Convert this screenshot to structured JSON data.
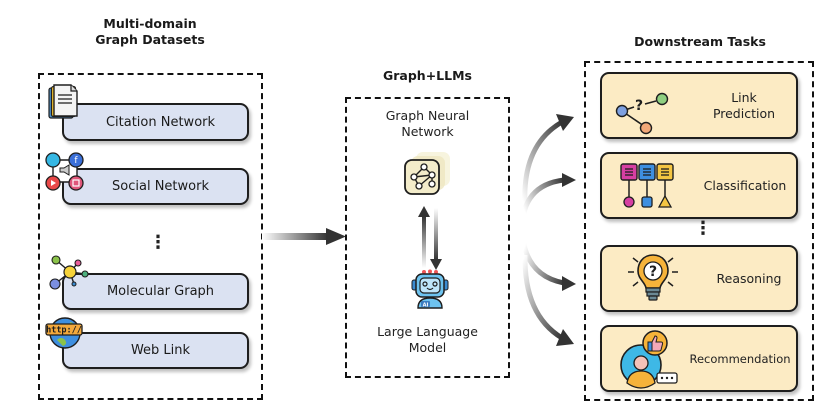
{
  "left": {
    "title_line1": "Multi-domain",
    "title_line2": "Graph Datasets",
    "items": [
      {
        "label": "Citation Network",
        "icon": "document-icon"
      },
      {
        "label": "Social Network",
        "icon": "social-media-icon"
      },
      {
        "label": "Molecular Graph",
        "icon": "molecule-icon"
      },
      {
        "label": "Web Link",
        "icon": "globe-http-icon"
      }
    ],
    "ellipsis": "⋮"
  },
  "middle": {
    "title": "Graph+LLMs",
    "gnn_line1": "Graph Neural",
    "gnn_line2": "Network",
    "llm_line1": "Large Language",
    "llm_line2": "Model",
    "robot_badge": "AI"
  },
  "right": {
    "title": "Downstream Tasks",
    "items": [
      {
        "label_line1": "Link",
        "label_line2": "Prediction",
        "icon": "link-prediction-icon"
      },
      {
        "label_line1": "Classification",
        "label_line2": "",
        "icon": "classification-icon"
      },
      {
        "label_line1": "Reasoning",
        "label_line2": "",
        "icon": "lightbulb-question-icon"
      },
      {
        "label_line1": "Recommendation",
        "label_line2": "",
        "icon": "recommendation-icon"
      }
    ],
    "ellipsis": "⋮"
  },
  "icons": {
    "http_text": "http://",
    "question_mark": "?"
  },
  "colors": {
    "dataset_card": "#dbe2f2",
    "task_card": "#fcebc4",
    "border": "#1e1e1e"
  }
}
